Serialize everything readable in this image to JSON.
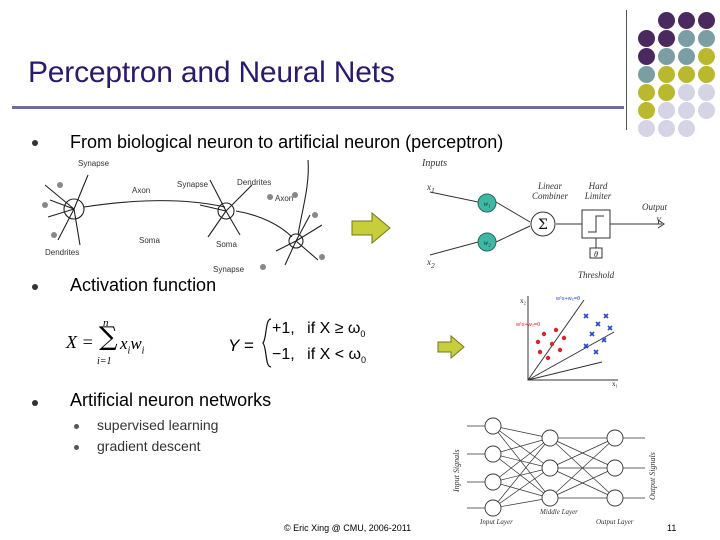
{
  "slide": {
    "title": "Perceptron and Neural Nets",
    "bullets": [
      {
        "text": "From biological neuron to artificial neuron (perceptron)"
      },
      {
        "text": "Activation function"
      },
      {
        "text": "Artificial neuron networks",
        "sub": [
          "supervised learning",
          "gradient descent"
        ]
      }
    ],
    "footer": "© Eric Xing @ CMU, 2006-2011",
    "page_number": "11"
  },
  "colors": {
    "title": "#2b1a6b",
    "dot_purple": "#4a2a5e",
    "dot_teal": "#7b9ea3",
    "dot_olive": "#b9b82f",
    "dot_light": "#d4d4e6",
    "arrow_fill": "#c6cf3a",
    "neuron_teal": "#3fb7a4"
  },
  "bio_neuron": {
    "labels": [
      "Synapse",
      "Synapse",
      "Dendrites",
      "Axon",
      "Axon",
      "Soma",
      "Soma",
      "Dendrites",
      "Synapse"
    ]
  },
  "perceptron": {
    "inputs_label": "Inputs",
    "x1": "x",
    "x1_sub": "1",
    "x2": "x",
    "x2_sub": "2",
    "w1": "w₁",
    "w2": "w₂",
    "combiner": "Linear Combiner",
    "limiter": "Hard Limiter",
    "output_label": "Output",
    "output_var": "Y",
    "threshold": "Threshold",
    "theta": "θ"
  },
  "activation": {
    "lhs": "X =",
    "sum_top": "n",
    "sum_bottom": "i=1",
    "sum_term": "x",
    "sum_term_sub": "i",
    "weight": "w",
    "weight_sub": "i",
    "y": "Y =",
    "case1_val": "+1,",
    "case1_cond": "if X ≥ ω",
    "case1_sub": "0",
    "case2_val": "−1,",
    "case2_cond": "if X < ω",
    "case2_sub": "0"
  },
  "scatter_labels": {
    "axis_y": "x₂",
    "axis_x": "x₁",
    "eq1": "w¹x+w₂=θ",
    "eq2": "w¹x+w₂=θ"
  },
  "network": {
    "input_signals": "Input Signals",
    "output_signals": "Output Signals",
    "input_layer": "Input Layer",
    "middle_layer": "Middle Layer",
    "output_layer": "Output Layer"
  }
}
